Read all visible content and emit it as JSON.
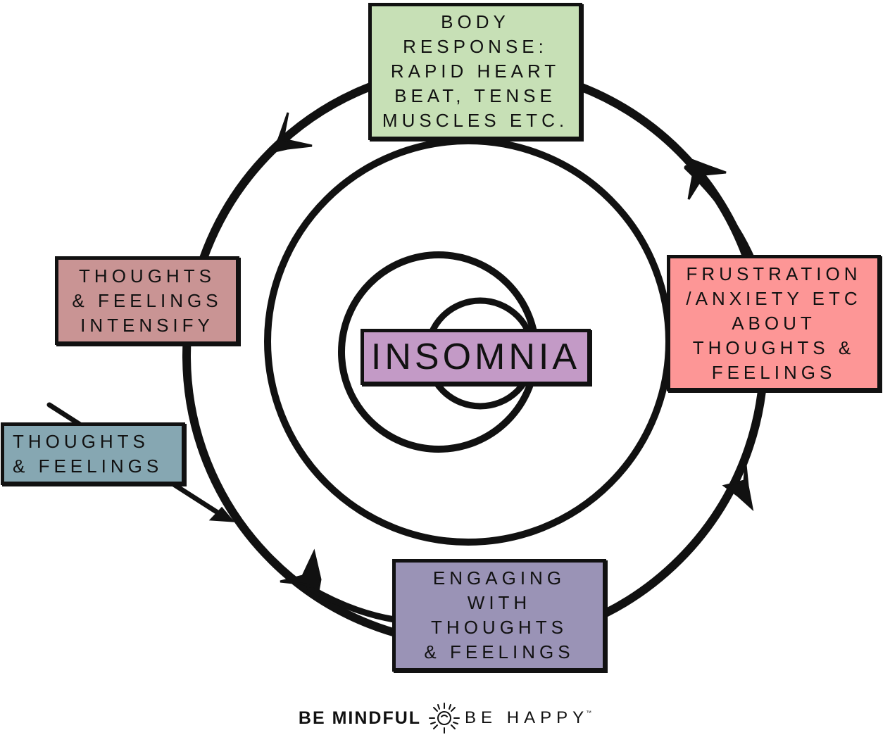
{
  "diagram": {
    "center": {
      "lines": [
        "INSOMNIA"
      ],
      "color": "#c39ac6"
    },
    "nodes": {
      "body_response": {
        "lines": [
          "BODY",
          "RESPONSE:",
          "RAPID HEART",
          "BEAT, TENSE",
          "MUSCLES ETC."
        ],
        "color": "#c7e0b6"
      },
      "frustration": {
        "lines": [
          "FRUSTRATION",
          "/ANXIETY ETC",
          "ABOUT",
          "THOUGHTS &",
          "FEELINGS"
        ],
        "color": "#fd9696"
      },
      "engaging": {
        "lines": [
          "ENGAGING",
          "WITH",
          "THOUGHTS",
          "& FEELINGS"
        ],
        "color": "#9a93b6"
      },
      "intensify": {
        "lines": [
          "THOUGHTS",
          "& FEELINGS",
          "INTENSIFY"
        ],
        "color": "#c99494"
      },
      "thoughts": {
        "lines": [
          "THOUGHTS",
          "& FEELINGS"
        ],
        "color": "#86a7b2"
      }
    },
    "edges": [
      {
        "from": "thoughts",
        "to": "engaging"
      },
      {
        "from": "engaging",
        "to": "frustration"
      },
      {
        "from": "frustration",
        "to": "body_response"
      },
      {
        "from": "body_response",
        "to": "intensify"
      },
      {
        "from": "intensify",
        "to": "engaging"
      }
    ],
    "line_color": "#111111"
  },
  "footer": {
    "brand_left": "BE MINDFUL",
    "brand_icon": "sun-icon",
    "brand_right": "BE HAPPY",
    "trademark": "™"
  }
}
